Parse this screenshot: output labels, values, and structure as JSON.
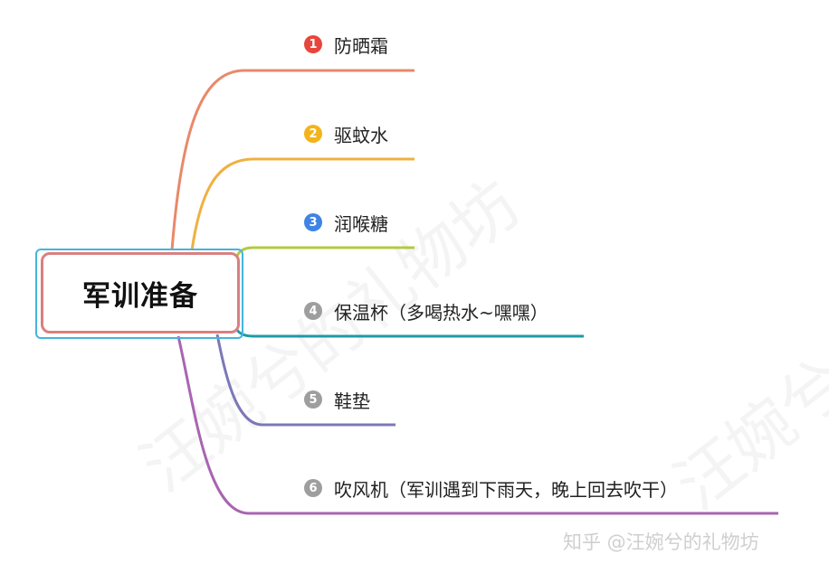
{
  "diagram": {
    "root": "军训准备",
    "branches": [
      {
        "num": "1",
        "label": "防晒霜",
        "color": "#e8896a",
        "badge": "#e8453c"
      },
      {
        "num": "2",
        "label": "驱蚊水",
        "color": "#f0b040",
        "badge": "#f3b41b"
      },
      {
        "num": "3",
        "label": "润喉糖",
        "color": "#b5c842",
        "badge": "#3f84e5"
      },
      {
        "num": "4",
        "label": "保温杯（多喝热水~嘿嘿）",
        "color": "#1e9aa6",
        "badge": "#9e9e9e"
      },
      {
        "num": "5",
        "label": "鞋垫",
        "color": "#7c78b8",
        "badge": "#9e9e9e"
      },
      {
        "num": "6",
        "label": "吹风机（军训遇到下雨天，晚上回去吹干）",
        "color": "#a865b0",
        "badge": "#9e9e9e"
      }
    ]
  },
  "watermark": {
    "text": "汪婉兮的礼物坊",
    "credit": "知乎 @汪婉兮的礼物坊"
  }
}
